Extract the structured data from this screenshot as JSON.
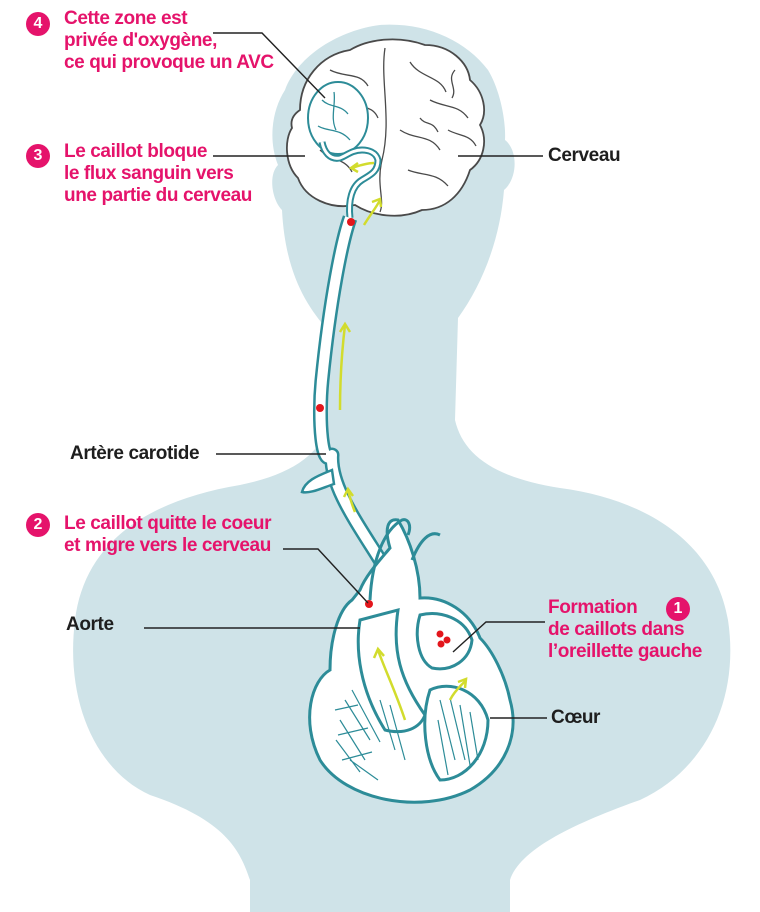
{
  "colors": {
    "silhouette": "#cfe3e8",
    "accent": "#e5136b",
    "vessel": "#2d8c98",
    "flow_arrow": "#d2dc2d",
    "clot": "#e3161c",
    "leader_line": "#222222"
  },
  "steps": [
    {
      "number": "1",
      "lines": [
        "Formation",
        "de caillots dans",
        "l’oreillette gauche"
      ]
    },
    {
      "number": "2",
      "lines": [
        "Le caillot quitte le coeur",
        "et migre vers le cerveau"
      ]
    },
    {
      "number": "3",
      "lines": [
        "Le caillot bloque",
        "le flux sanguin vers",
        "une partie du cerveau"
      ]
    },
    {
      "number": "4",
      "lines": [
        "Cette zone est",
        "privée d'oxygène,",
        "ce qui provoque un AVC"
      ]
    }
  ],
  "labels": {
    "brain": "Cerveau",
    "carotid": "Artère carotide",
    "aorta": "Aorte",
    "heart": "Cœur"
  }
}
